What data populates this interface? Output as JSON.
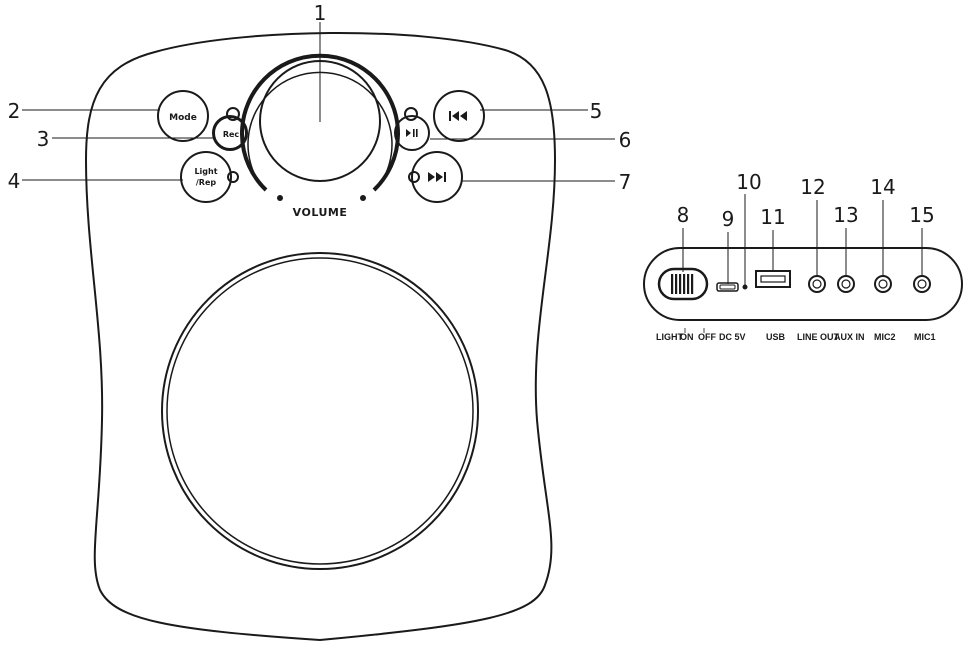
{
  "speaker_front": {
    "volume_label": "VOLUME",
    "buttons": {
      "mode": "Mode",
      "rec": "Rec",
      "light_top": "Light",
      "light_bottom": "/Rep",
      "prev_icon": "previous-track-icon",
      "play_pause_icon": "play-pause-icon",
      "next_icon": "next-track-icon"
    }
  },
  "callouts": {
    "c1": "1",
    "c2": "2",
    "c3": "3",
    "c4": "4",
    "c5": "5",
    "c6": "6",
    "c7": "7",
    "c8": "8",
    "c9": "9",
    "c10": "10",
    "c11": "11",
    "c12": "12",
    "c13": "13",
    "c14": "14",
    "c15": "15"
  },
  "side_panel": {
    "labels": {
      "light": "LIGHT",
      "on": "ON",
      "off": "OFF",
      "dc": "DC 5V",
      "usb": "USB",
      "line_out": "LINE OUT",
      "aux_in": "AUX IN",
      "mic2": "MIC2",
      "mic1": "MIC1"
    }
  }
}
